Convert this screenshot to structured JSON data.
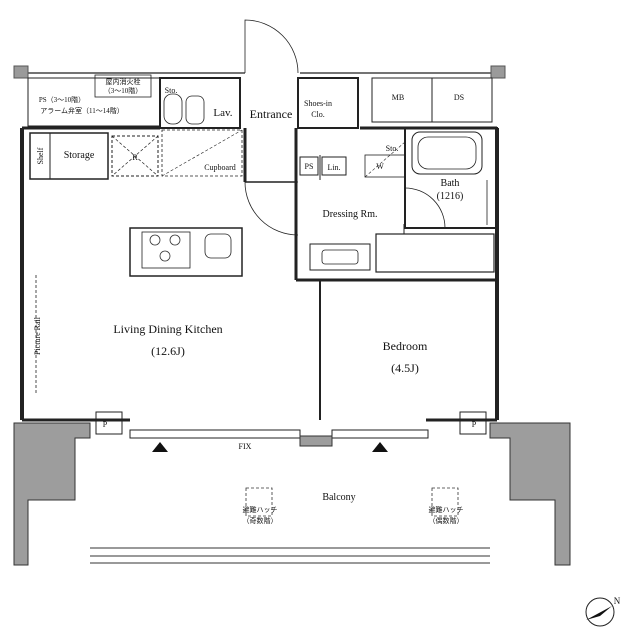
{
  "rooms": {
    "ps": "PS（3〜10階）",
    "alarm": "アラーム弁室（11〜14階）",
    "hydrant_1": "屋内消火栓",
    "hydrant_2": "（3〜10階）",
    "sto_lav": "Sto.",
    "lav": "Lav.",
    "entrance": "Entrance",
    "shoes_1": "Shoes-in",
    "shoes_2": "Clo.",
    "mb": "MB",
    "ds": "DS",
    "shelf": "Shelf",
    "storage": "Storage",
    "r": "R",
    "cupboard": "Cupboard",
    "ps_small": "PS",
    "lin": "Lin.",
    "w": "W",
    "sto_dress": "Sto.",
    "bath": "Bath",
    "bath_size": "(1216)",
    "dressing": "Dressing Rm.",
    "ldk": "Living Dining Kitchen",
    "ldk_size": "(12.6J)",
    "picture_rail": "Picture Rail",
    "bedroom": "Bedroom",
    "bedroom_size": "(4.5J)",
    "p_left": "P",
    "p_right": "P",
    "fix": "FIX",
    "balcony": "Balcony",
    "hatch_left_1": "避難ハッチ",
    "hatch_left_2": "（奇数階）",
    "hatch_right_1": "避難ハッチ",
    "hatch_right_2": "（偶数階）",
    "north": "N"
  }
}
